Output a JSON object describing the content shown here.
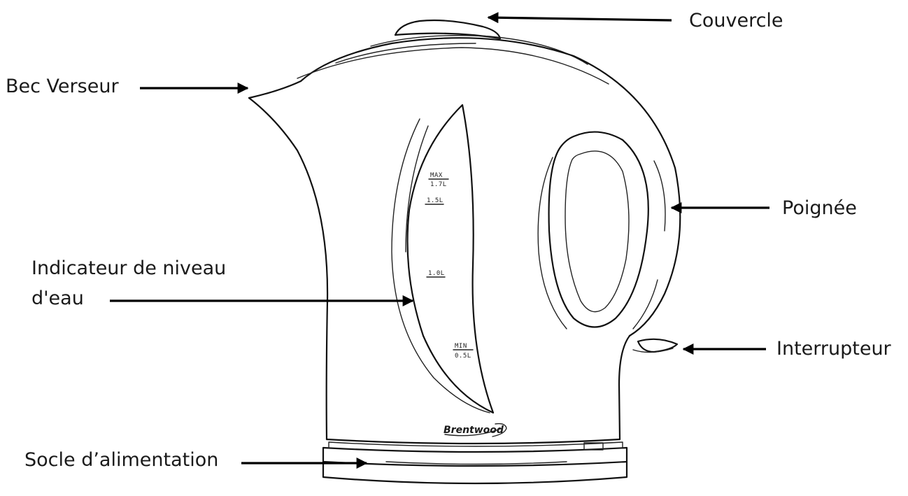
{
  "labels": {
    "lid": "Couvercle",
    "spout": "Bec Verseur",
    "handle": "Poignée",
    "water_level_line1": "Indicateur de niveau",
    "water_level_line2": "d'eau",
    "switch": "Interrupteur",
    "base": "Socle d’alimentation"
  },
  "gauge": {
    "max_line1": "MAX",
    "max_line2": "1.7L",
    "mark_15": "1.5L",
    "mark_10": "1.0L",
    "min_line1": "MIN",
    "min_line2": "0.5L"
  },
  "brand": "Brentwood",
  "colors": {
    "line": "#111111",
    "text": "#1a1a1a",
    "background": "#ffffff"
  }
}
